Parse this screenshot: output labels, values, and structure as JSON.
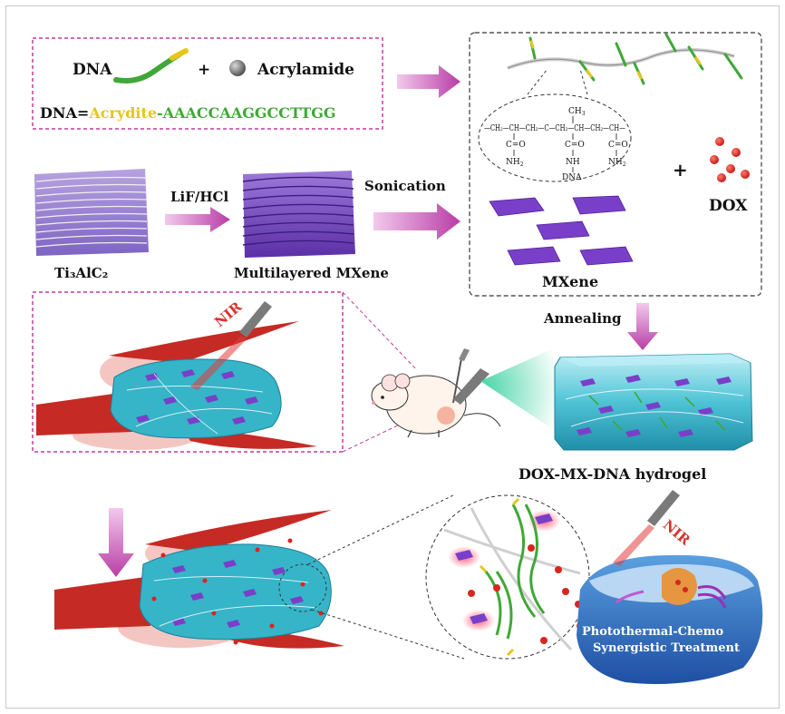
{
  "top": {
    "dna_label": "DNA",
    "plus": "+",
    "acrylamide_label": "Acrylamide",
    "dna_eq": "DNA=",
    "acrydite": "Acrydite",
    "dash": "-",
    "sequence": "AAACCAAGGCCTTGG"
  },
  "polymer": {
    "ch3": "CH",
    "ch3_sub": "3",
    "backbone": "—CH₂—CH—CH₂—C—CH₂—CH—CH₂—CH—",
    "co": "C=O",
    "nh2_left": "NH",
    "nh2_right": "NH",
    "nh2_sub": "2",
    "nh": "NH",
    "dna": "DNA"
  },
  "labels": {
    "plus2": "+",
    "dox": "DOX",
    "lif": "LiF/HCl",
    "sonication": "Sonication",
    "ti": "Ti₃AlC₂",
    "multilayered": "Multilayered MXene",
    "mxene": "MXene",
    "annealing": "Annealing",
    "nir_top": "NIR",
    "nir_bottom": "NIR",
    "hydrogel": "DOX-MX-DNA hydrogel",
    "pt1": "Photothermal-Chemo",
    "pt2": "Synergistic Treatment"
  },
  "colors": {
    "dna_green": "#3fa836",
    "acrydite_yellow": "#e6c619",
    "arrow_magenta": "#c04ab0",
    "mxene_purple": "#7a3fc8",
    "hydrogel_cyan": "#36b4c8",
    "tumor_red": "#c62a24",
    "dashed_magenta": "#c23c9e"
  }
}
